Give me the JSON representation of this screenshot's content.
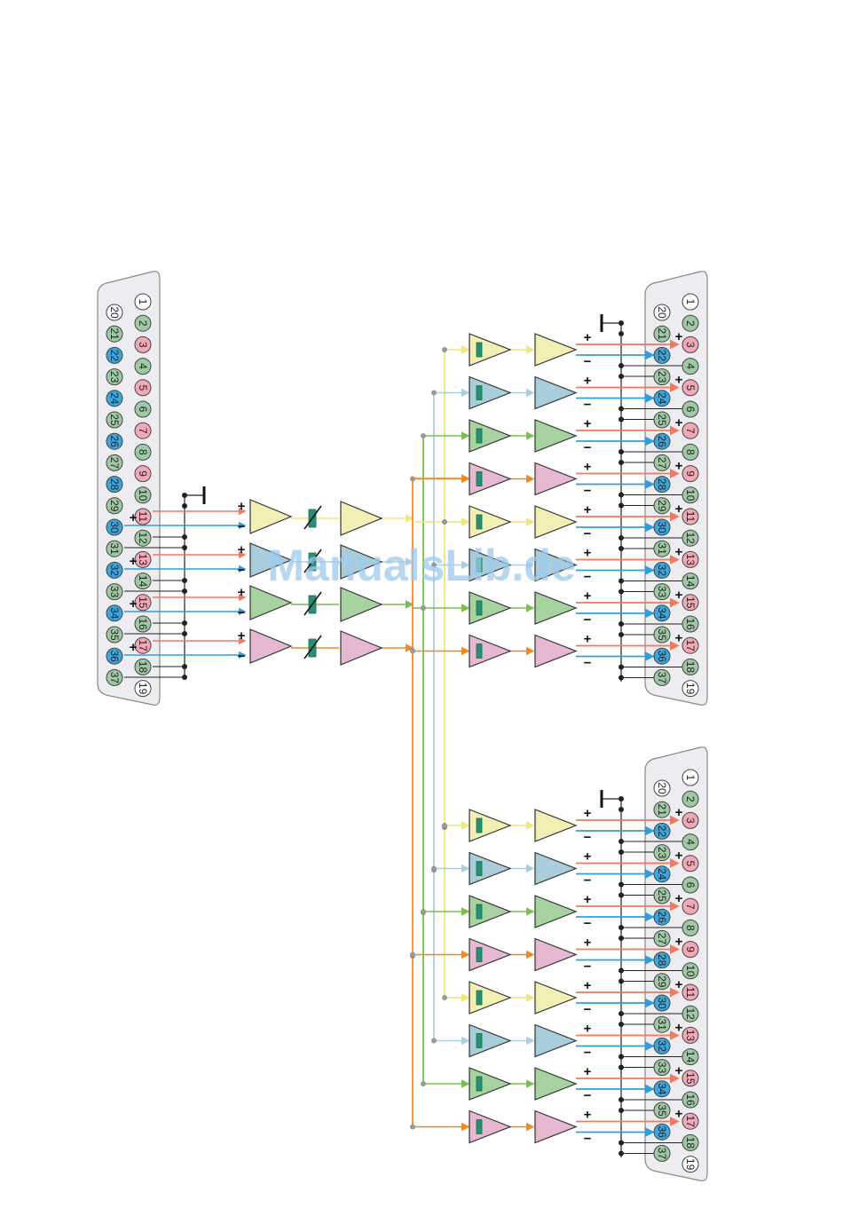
{
  "watermark": "ManualsLib.de",
  "signs": {
    "plus": "+",
    "minus": "−"
  },
  "colors": {
    "connector_fill": "#ececf1",
    "connector_stroke": "#888888",
    "pin_white": "#ffffff",
    "pin_green": "#9fc8a4",
    "pin_blue": "#3ca6dc",
    "pin_pink": "#f2a9b5",
    "wire_plus": "#ef7a5e",
    "wire_minus": "#2f9ee0",
    "ch_yellow": "#f2efb5",
    "ch_blue": "#a9cddb",
    "ch_green": "#a6d39f",
    "ch_pink": "#e6b8d2",
    "bus_yellow": "#efe57a",
    "bus_blue": "#a9cfe0",
    "bus_green": "#78c04a",
    "bus_orange": "#ee8a26",
    "ground": "#111111"
  },
  "connectors": {
    "input": {
      "top_row": [
        "1",
        "2",
        "3",
        "4",
        "5",
        "6",
        "7",
        "8",
        "9",
        "10",
        "11",
        "12",
        "13",
        "14",
        "15",
        "16",
        "17",
        "18",
        "19"
      ],
      "bottom_row": [
        "20",
        "21",
        "22",
        "23",
        "24",
        "25",
        "26",
        "27",
        "28",
        "29",
        "30",
        "31",
        "32",
        "33",
        "34",
        "35",
        "36",
        "37"
      ]
    },
    "output_a": {
      "top_row": [
        "1",
        "2",
        "3",
        "4",
        "5",
        "6",
        "7",
        "8",
        "9",
        "10",
        "11",
        "12",
        "13",
        "14",
        "15",
        "16",
        "17",
        "18",
        "19"
      ],
      "bottom_row": [
        "20",
        "21",
        "22",
        "23",
        "24",
        "25",
        "26",
        "27",
        "28",
        "29",
        "30",
        "31",
        "32",
        "33",
        "34",
        "35",
        "36",
        "37"
      ]
    },
    "output_b": {
      "top_row": [
        "1",
        "2",
        "3",
        "4",
        "5",
        "6",
        "7",
        "8",
        "9",
        "10",
        "11",
        "12",
        "13",
        "14",
        "15",
        "16",
        "17",
        "18",
        "19"
      ],
      "bottom_row": [
        "20",
        "21",
        "22",
        "23",
        "24",
        "25",
        "26",
        "27",
        "28",
        "29",
        "30",
        "31",
        "32",
        "33",
        "34",
        "35",
        "36",
        "37"
      ]
    }
  },
  "input_channels": [
    {
      "color": "yellow",
      "plus_pin": "11",
      "minus_pin": "30",
      "ground_pin": "12"
    },
    {
      "color": "blue",
      "plus_pin": "13",
      "minus_pin": "32",
      "ground_pin": "14"
    },
    {
      "color": "green",
      "plus_pin": "15",
      "minus_pin": "34",
      "ground_pin": "16"
    },
    {
      "color": "pink",
      "plus_pin": "17",
      "minus_pin": "36",
      "ground_pin": "18"
    }
  ],
  "output_channels": [
    {
      "color": "yellow",
      "plus_pin": "3",
      "minus_pin": "22"
    },
    {
      "color": "blue",
      "plus_pin": "5",
      "minus_pin": "24"
    },
    {
      "color": "green",
      "plus_pin": "7",
      "minus_pin": "26"
    },
    {
      "color": "pink",
      "plus_pin": "9",
      "minus_pin": "28"
    },
    {
      "color": "yellow",
      "plus_pin": "11",
      "minus_pin": "30"
    },
    {
      "color": "blue",
      "plus_pin": "13",
      "minus_pin": "32"
    },
    {
      "color": "green",
      "plus_pin": "15",
      "minus_pin": "34"
    },
    {
      "color": "pink",
      "plus_pin": "17",
      "minus_pin": "36"
    }
  ]
}
